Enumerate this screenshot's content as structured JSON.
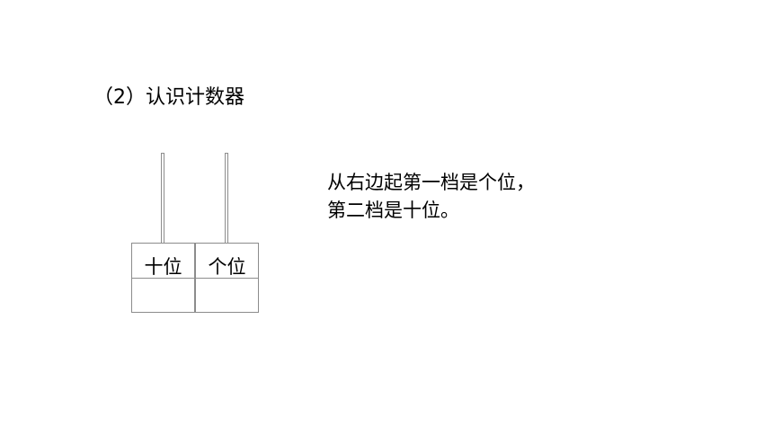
{
  "heading": "（2）认识计数器",
  "counter": {
    "tens_label": "十位",
    "ones_label": "个位"
  },
  "explanation": {
    "line1": "从右边起第一档是个位，",
    "line2": "第二档是十位。"
  }
}
